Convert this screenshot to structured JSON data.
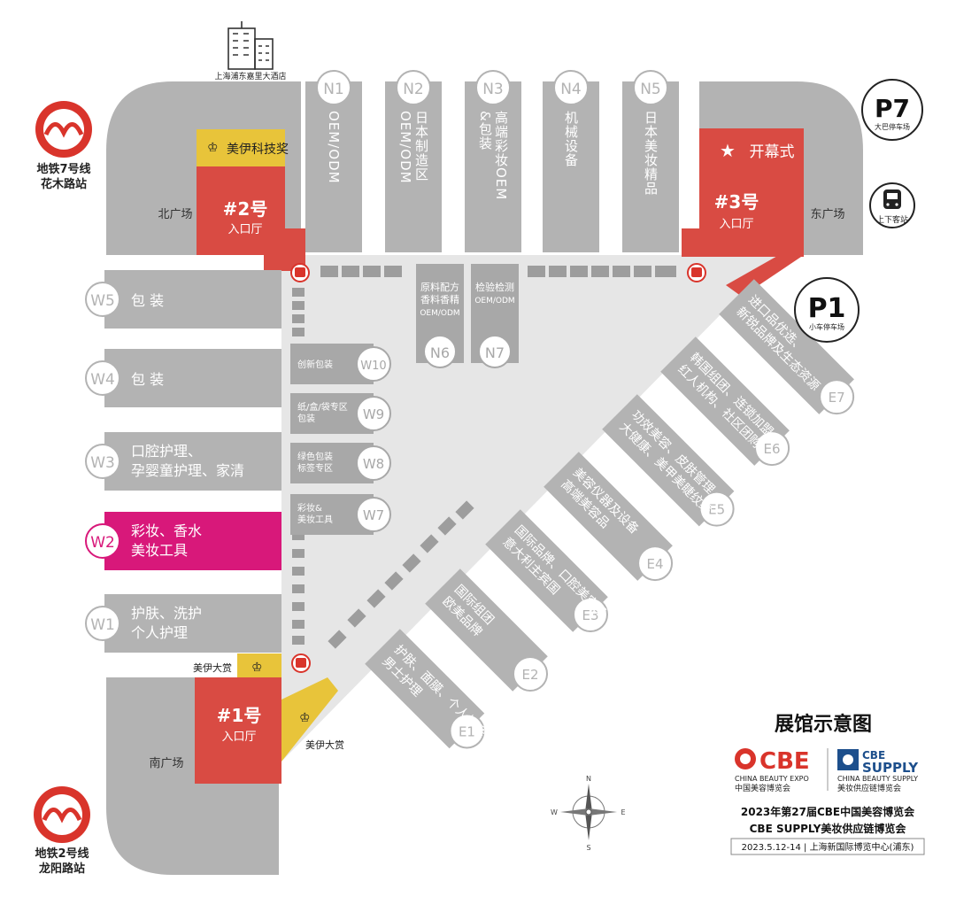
{
  "title": "展馆示意图",
  "colors": {
    "hall": "#b3b3b3",
    "hall_dark": "#a8a8a8",
    "concourse": "#e6e6e6",
    "entrance": "#d94b43",
    "award": "#e8c43a",
    "featured": "#d8187a",
    "metro": "#d9342b"
  },
  "landmarks": {
    "hotel": "上海浦东嘉里大酒店",
    "metro_top": [
      "地铁7号线",
      "花木路站"
    ],
    "metro_bottom": [
      "地铁2号线",
      "龙阳路站"
    ],
    "p7": "P7",
    "p7_caption": "大巴停车场",
    "p1": "P1",
    "p1_caption": "小车停车场",
    "bus_stop": "上下客站",
    "north_plaza": "北广场",
    "east_plaza": "东广场",
    "south_plaza": "南广场"
  },
  "entrances": {
    "e2_num": "#2号",
    "e2_sub": "入口厅",
    "e3_num": "#3号",
    "e3_sub": "入口厅",
    "e1_num": "#1号",
    "e1_sub": "入口厅",
    "opening": "开幕式",
    "award_top": "美伊科技奖",
    "award_w1": "美伊大赏",
    "award_bottom": "美伊大赏"
  },
  "north_halls": [
    {
      "id": "N1",
      "lines": [
        "OEM/ODM"
      ]
    },
    {
      "id": "N2",
      "lines": [
        "日本制造区",
        "OEM/ODM"
      ]
    },
    {
      "id": "N3",
      "lines": [
        "高端彩妆OEM",
        "&包装"
      ]
    },
    {
      "id": "N4",
      "lines": [
        "机械设备"
      ]
    },
    {
      "id": "N5",
      "lines": [
        "日本美妆精品"
      ]
    }
  ],
  "center_halls": [
    {
      "id": "N6",
      "lines": [
        "原料配方",
        "香料香精",
        "OEM/ODM"
      ]
    },
    {
      "id": "N7",
      "lines": [
        "检验检测",
        "OEM/ODM"
      ]
    }
  ],
  "west_halls": [
    {
      "id": "W5",
      "lines": [
        "包 装"
      ]
    },
    {
      "id": "W4",
      "lines": [
        "包 装"
      ]
    },
    {
      "id": "W3",
      "lines": [
        "口腔护理、",
        "孕婴童护理、家清"
      ]
    },
    {
      "id": "W2",
      "lines": [
        "彩妆、香水",
        "美妆工具"
      ]
    },
    {
      "id": "W1",
      "lines": [
        "护肤、洗护",
        "个人护理"
      ]
    }
  ],
  "inner_halls": [
    {
      "id": "W10",
      "lines": [
        "创新包装"
      ]
    },
    {
      "id": "W9",
      "lines": [
        "纸/盒/袋专区",
        "包装"
      ]
    },
    {
      "id": "W8",
      "lines": [
        "绿色包装",
        "标签专区"
      ]
    },
    {
      "id": "W7",
      "lines": [
        "彩妆&",
        "美妆工具"
      ]
    }
  ],
  "east_halls": [
    {
      "id": "E7",
      "lines": [
        "进口品优选、",
        "新锐品牌及生态资源"
      ]
    },
    {
      "id": "E6",
      "lines": [
        "韩国组团、连锁加盟",
        "红人机构、社区团购"
      ]
    },
    {
      "id": "E5",
      "lines": [
        "功效美容、皮肤管理",
        "大健康、美甲美睫纹绣"
      ]
    },
    {
      "id": "E4",
      "lines": [
        "美容仪器及设备",
        "高端美容品"
      ]
    },
    {
      "id": "E3",
      "lines": [
        "国际品牌、口腔美容品",
        "意大利主宾国"
      ]
    },
    {
      "id": "E2",
      "lines": [
        "国际组团",
        "欧美品牌"
      ]
    },
    {
      "id": "E1",
      "lines": [
        "护肤、面膜、个人护理",
        "男士护理"
      ]
    }
  ],
  "brand": {
    "cbe": "CBE",
    "cbe_en": "CHINA BEAUTY EXPO",
    "cbe_cn": "中国美容博览会",
    "supply_1": "CBE",
    "supply_2": "SUPPLY",
    "supply_en": "CHINA BEAUTY SUPPLY",
    "supply_cn": "美妆供应链博览会"
  },
  "event": {
    "line1": "2023年第27届CBE中国美容博览会",
    "line2": "CBE SUPPLY美妆供应链博览会",
    "line3": "2023.5.12-14 | 上海新国际博览中心(浦东)"
  },
  "compass": {
    "n": "N",
    "e": "E",
    "s": "S",
    "w": "W"
  }
}
